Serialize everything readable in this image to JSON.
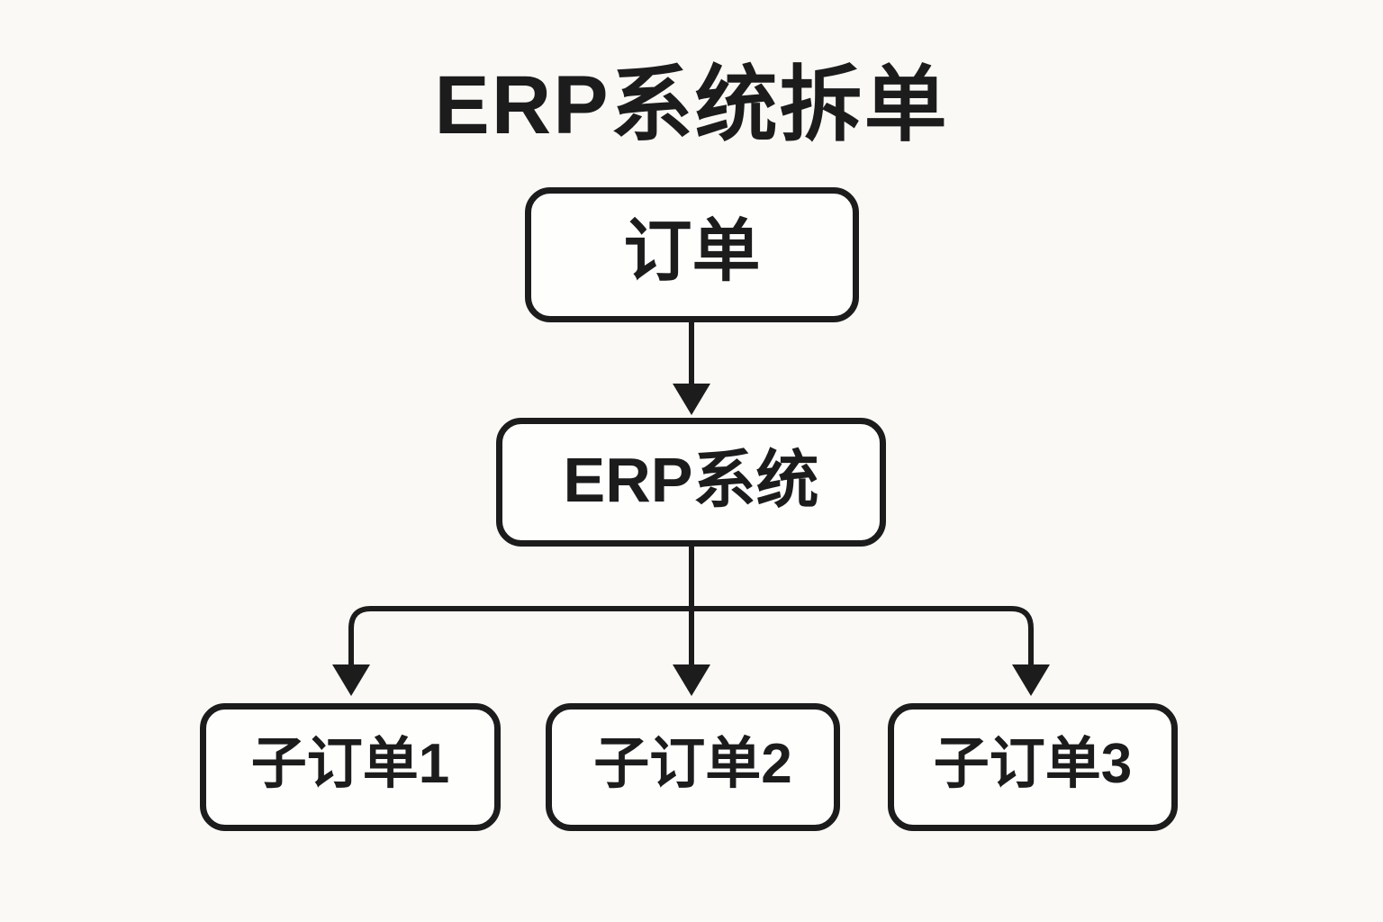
{
  "page": {
    "title": "ERP系统拆单",
    "background_color": "#faf9f6",
    "line_color": "#1c1c1c",
    "box_fill_color": "#fefefd"
  },
  "diagram": {
    "type": "flowchart",
    "nodes": [
      {
        "id": "order",
        "label": "订单"
      },
      {
        "id": "erp",
        "label": "ERP系统"
      },
      {
        "id": "sub1",
        "label": "子订单1"
      },
      {
        "id": "sub2",
        "label": "子订单2"
      },
      {
        "id": "sub3",
        "label": "子订单3"
      }
    ],
    "edges": [
      {
        "from": "order",
        "to": "erp"
      },
      {
        "from": "erp",
        "to": "sub1"
      },
      {
        "from": "erp",
        "to": "sub2"
      },
      {
        "from": "erp",
        "to": "sub3"
      }
    ]
  }
}
